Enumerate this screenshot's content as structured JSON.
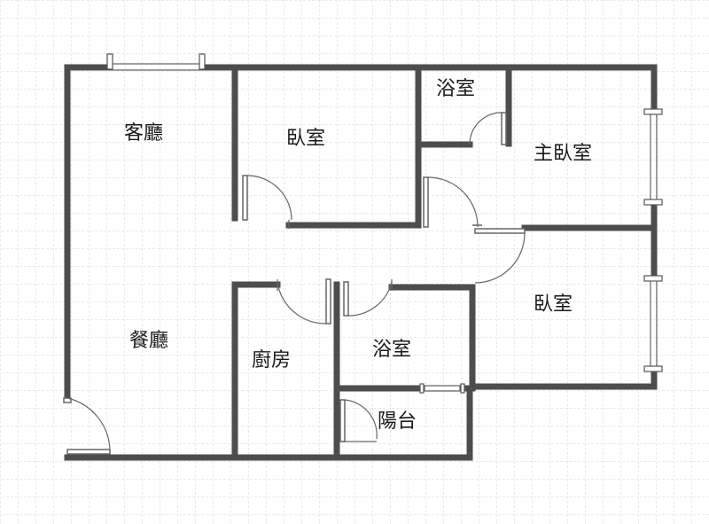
{
  "rooms": {
    "living_room": "客廳",
    "bedroom_1": "臥室",
    "bathroom_1": "浴室",
    "master_bedroom": "主臥室",
    "bedroom_2": "臥室",
    "dining_room": "餐廳",
    "kitchen": "廚房",
    "bathroom_2": "浴室",
    "balcony": "陽台"
  },
  "colors": {
    "wall": "#4d4d4d",
    "grid": "#d9d9d9",
    "background": "#ffffff"
  }
}
